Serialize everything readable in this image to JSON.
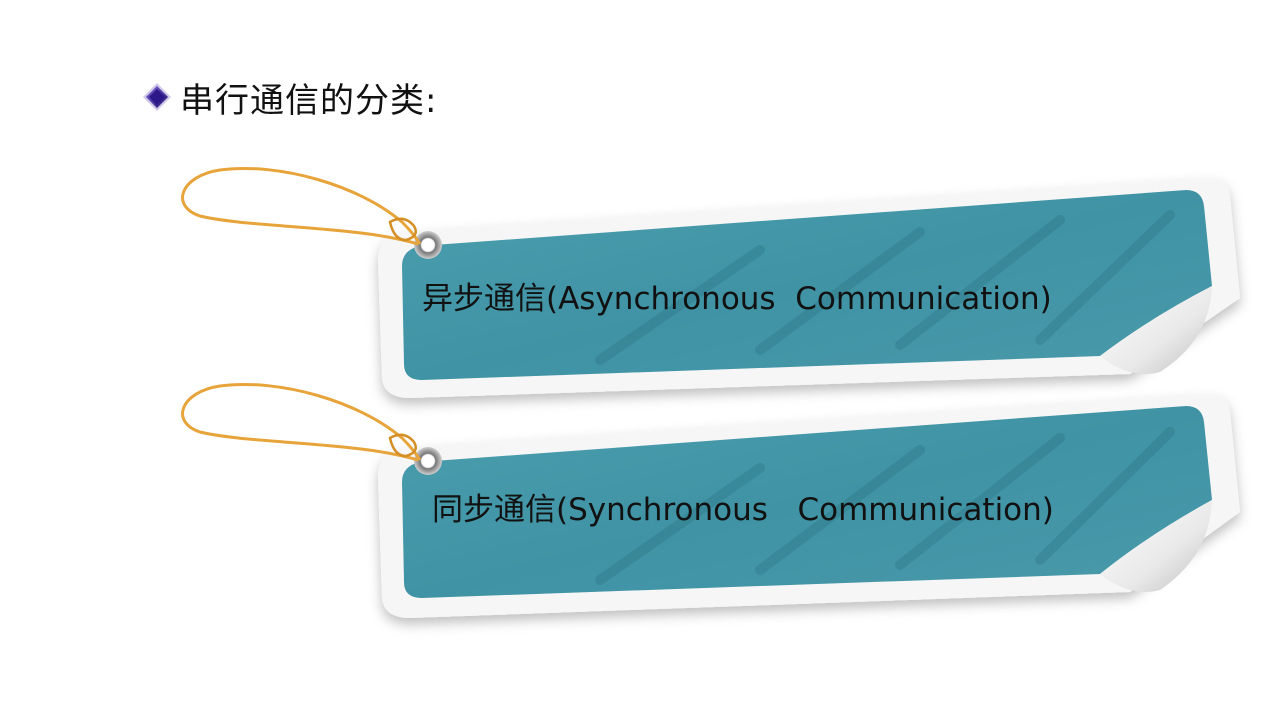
{
  "heading": {
    "text": "串行通信的分类:",
    "bullet_icon": "diamond-bullet-icon",
    "bullet_color": "#3a1f8f"
  },
  "tags": [
    {
      "label": "异步通信(Asynchronous  Communication)",
      "icon": "hang-tag-icon"
    },
    {
      "label": "同步通信(Synchronous   Communication)",
      "icon": "hang-tag-icon"
    }
  ],
  "colors": {
    "tag_fill": "#4396a6",
    "tag_fill_dark": "#2f7e90",
    "tag_border": "#f4f4f4",
    "string": "#e7a43a"
  }
}
